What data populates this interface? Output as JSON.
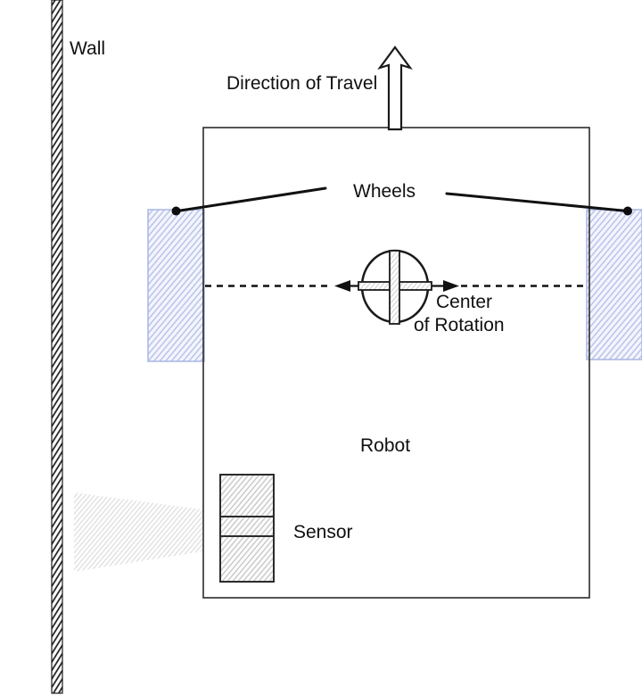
{
  "diagram": {
    "labels": {
      "wall": "Wall",
      "direction_of_travel": "Direction of Travel",
      "wheels": "Wheels",
      "center_of_rotation_line1": "Center",
      "center_of_rotation_line2": "of Rotation",
      "robot": "Robot",
      "sensor": "Sensor"
    },
    "colors": {
      "line_color": "#1a1a1a",
      "wall_hatch": "#1a1a1a",
      "wheel_fill": "#f4f5fd",
      "wheel_hatch": "#b4bfe9",
      "wheel_border": "#a9b6e2",
      "sensor_hatch": "#c8c8c8",
      "beam_hatch": "#dedede",
      "background": "#ffffff"
    }
  }
}
